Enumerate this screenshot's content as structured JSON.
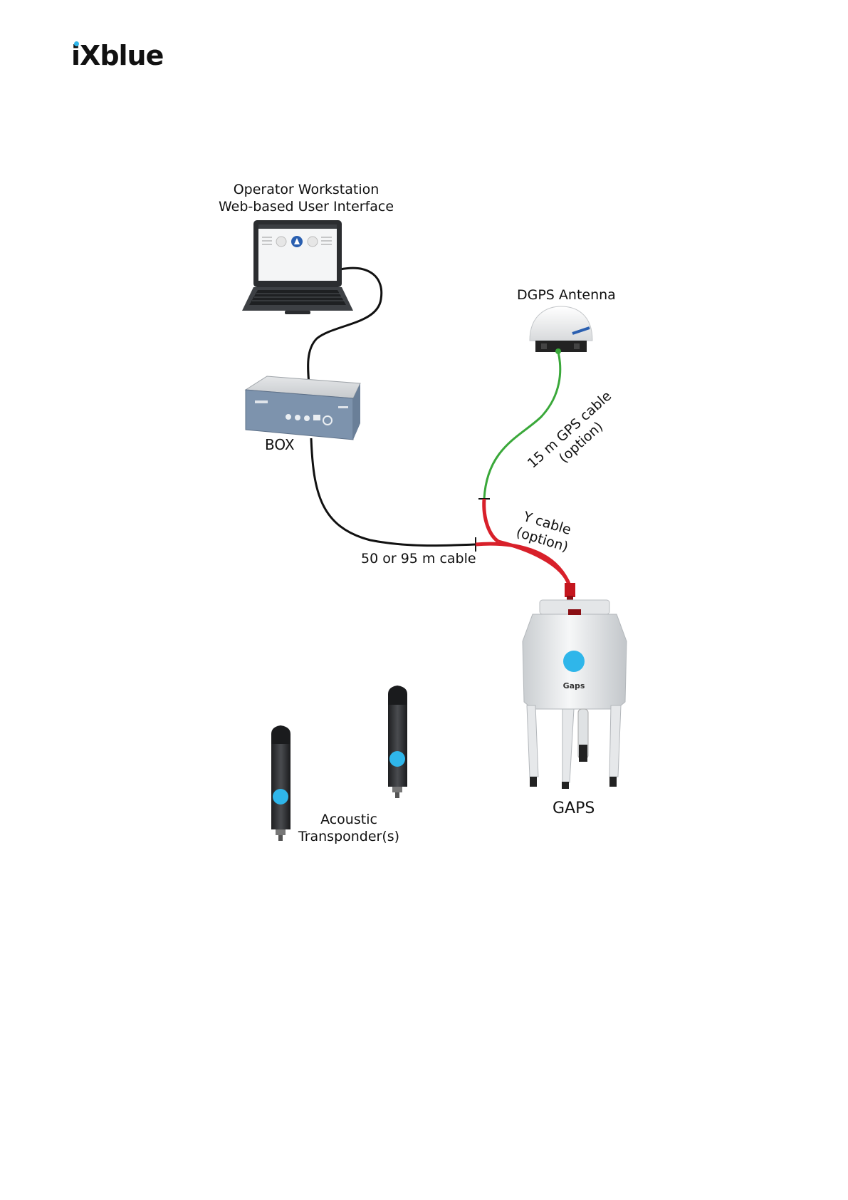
{
  "brand": {
    "logo_text": "iXblue",
    "accent_color": "#2fb6ea"
  },
  "components": {
    "workstation": {
      "line1": "Operator Workstation",
      "line2": "Web-based User Interface",
      "icon": "laptop-icon"
    },
    "box": {
      "label": "BOX",
      "icon": "box-icon"
    },
    "antenna": {
      "label": "DGPS Antenna",
      "icon": "antenna-icon"
    },
    "gaps": {
      "label": "GAPS",
      "body_text": "Gaps",
      "icon": "gaps-device-icon"
    },
    "transponders": {
      "line1": "Acoustic",
      "line2": "Transponder(s)",
      "icon": "transponder-icon"
    }
  },
  "cables": {
    "main": {
      "label": "50 or 95 m cable",
      "color": "#111111"
    },
    "gps": {
      "line1": "15 m GPS cable",
      "line2": "(option)",
      "color": "#3aa83a"
    },
    "y": {
      "line1": "Y cable",
      "line2": "(option)",
      "color": "#d8202a"
    }
  }
}
